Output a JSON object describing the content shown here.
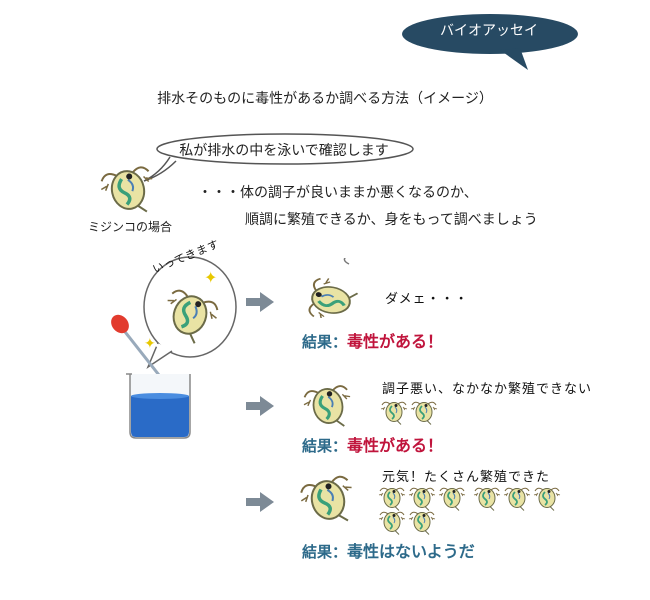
{
  "badge": {
    "label": "バイオアッセイ",
    "color": "#274a63"
  },
  "title": "排水そのものに毒性があるか調べる方法（イメージ）",
  "speech": "私が排水の中を泳いで確認します",
  "description": {
    "line1": "・・・体の調子が良いままか悪くなるのか、",
    "line2": "順調に繁殖できるか、身をもって調べましょう"
  },
  "caption": "ミジンコの場合",
  "beaker_bubble": "いってきます",
  "results": [
    {
      "note": "ダメェ・・・",
      "label": "結果：",
      "value": "毒性がある！",
      "color": "#c0143c"
    },
    {
      "note": "調子悪い、なかなか繁殖できない",
      "label": "結果：",
      "value": "毒性がある！",
      "color": "#c0143c"
    },
    {
      "note": "元気！たくさん繁殖できた",
      "label": "結果：",
      "value": "毒性はないようだ",
      "color": "#2d6a8a"
    }
  ],
  "icons": {
    "daphnia": "daphnia-icon",
    "beaker": "beaker-icon",
    "dropper": "dropper-icon",
    "arrow": "arrow-right-icon",
    "sparkle": "sparkle-icon"
  }
}
